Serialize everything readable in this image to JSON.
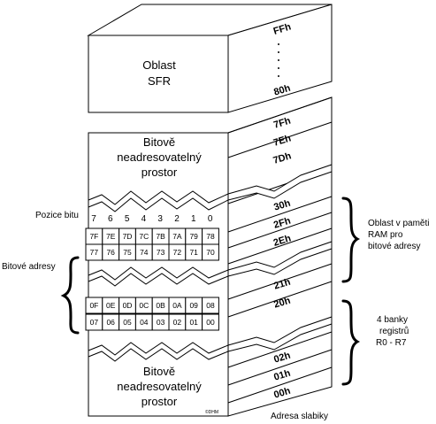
{
  "sfr": {
    "line1": "Oblast",
    "line2": "SFR",
    "top_address": "FFh",
    "bottom_address": "80h"
  },
  "upper_block": {
    "line1": "Bitově",
    "line2": "neadresovatelný",
    "line3": "prostor"
  },
  "lower_block": {
    "line1": "Bitově",
    "line2": "neadresovatelný",
    "line3": "prostor"
  },
  "addresses_upper": [
    "7Fh",
    "7Eh",
    "7Dh"
  ],
  "addresses_bit_area": [
    "30h",
    "2Fh",
    "2Eh"
  ],
  "addresses_mid": [
    "21h",
    "20h"
  ],
  "addresses_bottom": [
    "02h",
    "01h",
    "00h"
  ],
  "bit_positions_label": "Pozice bitu",
  "bit_positions": [
    "7",
    "6",
    "5",
    "4",
    "3",
    "2",
    "1",
    "0"
  ],
  "bit_addresses_label": "Bitové adresy",
  "bit_rows": [
    [
      "7F",
      "7E",
      "7D",
      "7C",
      "7B",
      "7A",
      "79",
      "78"
    ],
    [
      "77",
      "76",
      "75",
      "74",
      "73",
      "72",
      "71",
      "70"
    ],
    [
      "0F",
      "0E",
      "0D",
      "0C",
      "0B",
      "0A",
      "09",
      "08"
    ],
    [
      "07",
      "06",
      "05",
      "04",
      "03",
      "02",
      "01",
      "00"
    ]
  ],
  "right_labels": {
    "bit_area": [
      "Oblast v paměti",
      "RAM pro",
      "bitové adresy"
    ],
    "banks": [
      "4 banky",
      "registrů",
      "R0 - R7"
    ]
  },
  "byte_address_label": "Adresa slabiky",
  "copyright": "©DHM"
}
